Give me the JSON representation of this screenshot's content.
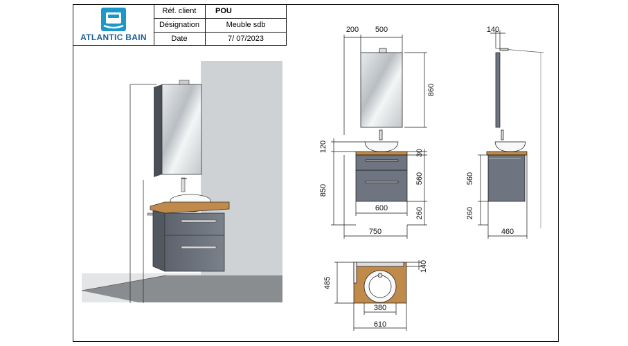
{
  "brand": {
    "name": "ATLANTIC BAIN",
    "tile_color": "#1c97c7",
    "text_color": "#1a5f9a"
  },
  "title_block": {
    "client_label": "Réf. client",
    "client_value": "POU",
    "designation_label": "Désignation",
    "designation_value": "Meuble sdb",
    "date_label": "Date",
    "date_value": "7/ 07/2023"
  },
  "front_view": {
    "mirror_offset": "200",
    "mirror_width": "500",
    "mirror_height": "860",
    "basin_height": "120",
    "top_thickness": "30",
    "cabinet_height": "560",
    "cabinet_width": "600",
    "floor_clearance": "260",
    "overall_height": "850",
    "overall_width": "750"
  },
  "side_view": {
    "mirror_depth": "140",
    "cabinet_height": "560",
    "floor_clearance": "260",
    "depth": "460"
  },
  "top_view": {
    "mirror_depth": "140",
    "depth": "485",
    "basin_diameter": "380",
    "width": "610"
  },
  "colors": {
    "cabinet": "#6e7580",
    "wood": "#c08a4b",
    "wall": "#cfd2d5",
    "floor": "#8a8d90"
  }
}
